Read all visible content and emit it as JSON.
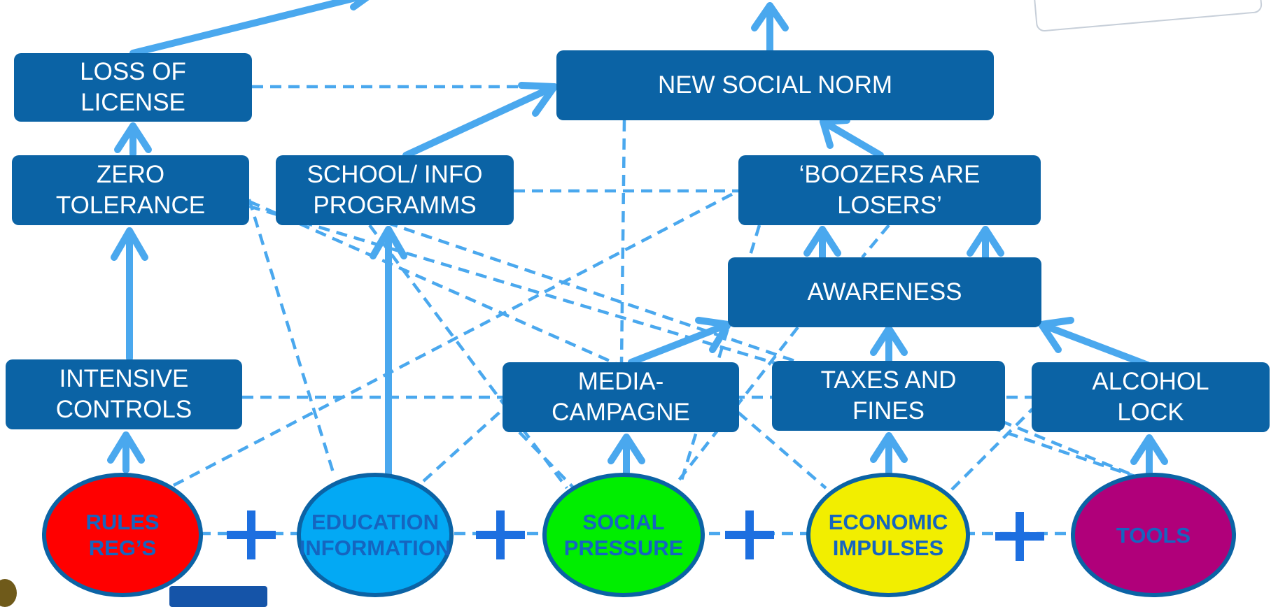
{
  "colors": {
    "box_fill": "#0b63a5",
    "arrow": "#4aa8ee",
    "dashed_line": "#4aa8ee",
    "plus": "#1d6fe0",
    "oval_border": "#0b63a5"
  },
  "nodes": {
    "loss_of_license": "LOSS OF\nLICENSE",
    "new_social_norm": "NEW SOCIAL NORM",
    "zero_tolerance": "ZERO\nTOLERANCE",
    "school_info": "SCHOOL/ INFO\nPROGRAMMS",
    "boozers": "‘BOOZERS ARE\nLOSERS’",
    "awareness": "AWARENESS",
    "intensive_controls": "INTENSIVE\nCONTROLS",
    "media_campagne": "MEDIA-\nCAMPAGNE",
    "taxes_fines": "TAXES AND\nFINES",
    "alcohol_lock": "ALCOHOL\nLOCK"
  },
  "pillars": {
    "rules": {
      "label": "RULES\nREG’S",
      "fill": "#ff0000",
      "text": "#1565c0"
    },
    "education": {
      "label": "EDUCATION\nINFORMATION",
      "fill": "#03a9f4",
      "text": "#1565c0"
    },
    "social": {
      "label": "SOCIAL\nPRESSURE",
      "fill": "#00ee00",
      "text": "#1565c0"
    },
    "economic": {
      "label": "ECONOMIC\nIMPULSES",
      "fill": "#f2ee00",
      "text": "#1565c0"
    },
    "tools": {
      "label": "TOOLS",
      "fill": "#b0007a",
      "text": "#1565c0"
    }
  },
  "operators": [
    "+",
    "+",
    "+",
    "+"
  ]
}
